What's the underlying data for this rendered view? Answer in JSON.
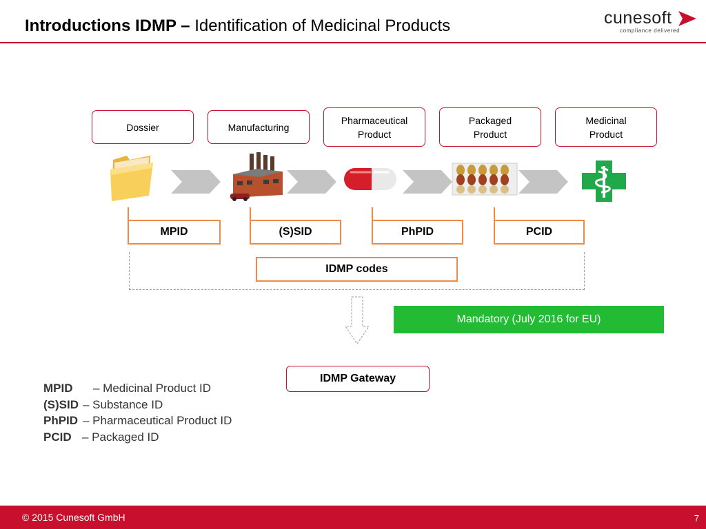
{
  "header": {
    "title_bold": "Introductions IDMP –",
    "title_rest": " Identification of Medicinal Products",
    "logo_word": "cunesoft",
    "logo_tagline": "compliance delivered"
  },
  "stages": [
    {
      "label": "Dossier",
      "icon": "folder-icon"
    },
    {
      "label": "Manufacturing",
      "icon": "factory-icon"
    },
    {
      "label": "Pharmaceutical\nProduct",
      "icon": "capsule-icon"
    },
    {
      "label": "Packaged\nProduct",
      "icon": "blister-pack-icon"
    },
    {
      "label": "Medicinal\nProduct",
      "icon": "pharmacy-cross-icon"
    }
  ],
  "codes": [
    "MPID",
    "(S)SID",
    "PhPID",
    "PCID"
  ],
  "idmp_codes_label": "IDMP codes",
  "mandatory_label": "Mandatory (July 2016 for EU)",
  "gateway_label": "IDMP Gateway",
  "legend": [
    {
      "abbr": "MPID",
      "desc": "– Medicinal Product ID"
    },
    {
      "abbr": "(S)SID",
      "desc": "– Substance ID"
    },
    {
      "abbr": "PhPID",
      "desc": "– Pharmaceutical Product ID"
    },
    {
      "abbr": "PCID",
      "desc": "– Packaged ID"
    }
  ],
  "footer": {
    "copyright": "© 2015 Cunesoft GmbH",
    "page_number": "7"
  },
  "colors": {
    "brand_red": "#c8102e",
    "code_orange": "#ef8a44",
    "mandatory_green": "#22bb33",
    "chevron_gray": "#c4c4c4"
  }
}
